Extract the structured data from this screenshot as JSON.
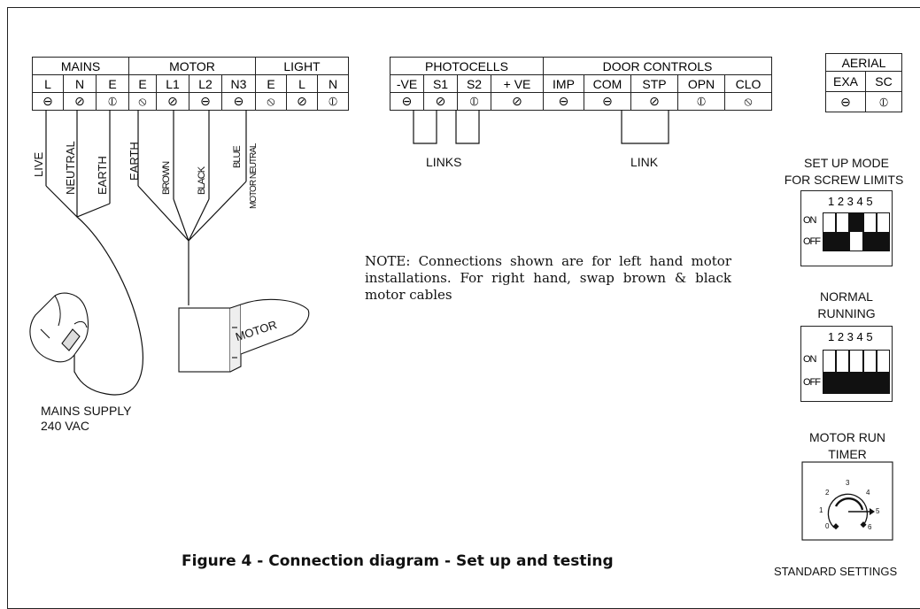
{
  "mains_group": {
    "header": "MAINS",
    "terminals": [
      "L",
      "N",
      "E"
    ],
    "wires": [
      "LIVE",
      "NEUTRAL",
      "EARTH"
    ]
  },
  "motor_group": {
    "header": "MOTOR",
    "terminals": [
      "E",
      "L1",
      "L2",
      "N3"
    ],
    "wires": [
      "EARTH",
      "BROWN",
      "BLACK",
      "BLUE",
      "MOTOR NEUTRAL"
    ]
  },
  "light_group": {
    "header": "LIGHT",
    "terminals": [
      "E",
      "L",
      "N"
    ]
  },
  "photocells_group": {
    "header": "PHOTOCELLS",
    "terminals": [
      "-VE",
      "S1",
      "S2",
      "+ VE"
    ]
  },
  "door_controls_group": {
    "header": "DOOR CONTROLS",
    "terminals": [
      "IMP",
      "COM",
      "STP",
      "OPN",
      "CLO"
    ]
  },
  "aerial_group": {
    "header": "AERIAL",
    "terminals": [
      "EXA",
      "SC"
    ]
  },
  "links_label": "LINKS",
  "link_label": "LINK",
  "motor_label": "MOTOR",
  "mains_supply": {
    "line1": "MAINS SUPPLY",
    "line2": "240 VAC"
  },
  "note": "NOTE: Connections shown are for left hand motor installations. For right hand, swap brown & black motor cables",
  "setup_mode": {
    "title_line1": "SET UP MODE",
    "title_line2": "FOR SCREW LIMITS",
    "numbers": "1 2 3 4 5",
    "on_label": "ON",
    "off_label": "OFF",
    "switch_states": [
      "off",
      "off",
      "on",
      "off",
      "off"
    ]
  },
  "normal_running": {
    "title_line1": "NORMAL",
    "title_line2": "RUNNING",
    "numbers": "1 2 3 4 5",
    "on_label": "ON",
    "off_label": "OFF",
    "switch_states": [
      "off",
      "off",
      "off",
      "off",
      "off"
    ]
  },
  "motor_run_timer": {
    "title_line1": "MOTOR RUN",
    "title_line2": "TIMER",
    "dial_numbers": [
      "0",
      "1",
      "2",
      "3",
      "4",
      "5",
      "6"
    ],
    "setting": 5
  },
  "standard_settings": "STANDARD SETTINGS",
  "caption": "Figure 4 - Connection diagram - Set up and testing"
}
